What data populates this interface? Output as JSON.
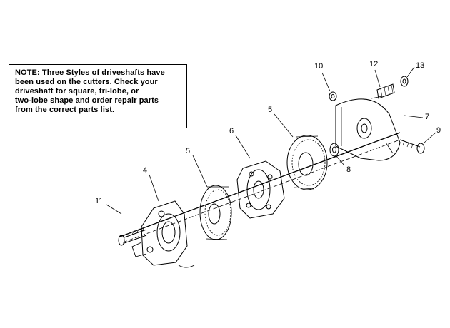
{
  "note": {
    "lines": [
      "NOTE: Three Styles of driveshafts have",
      "been used on the cutters. Check your",
      "driveshaft for square, tri-lobe, or",
      "two-lobe  shape and order repair parts",
      "from the correct parts list."
    ]
  },
  "callouts": {
    "c4": "4",
    "c5a": "5",
    "c5b": "5",
    "c6": "6",
    "c7": "7",
    "c8": "8",
    "c9": "9",
    "c10": "10",
    "c11": "11",
    "c12": "12",
    "c13": "13"
  }
}
